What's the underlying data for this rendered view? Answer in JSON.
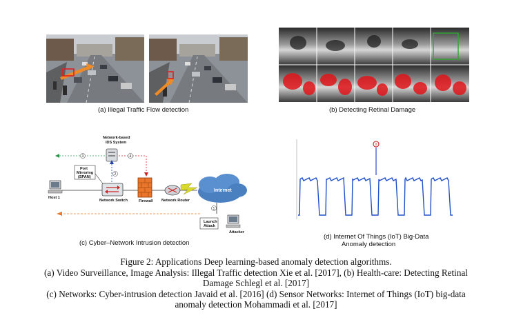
{
  "panels": {
    "a": {
      "caption": "(a) Illegal Traffic Flow detection"
    },
    "b": {
      "caption": "(b) Detecting Retinal Damage"
    },
    "c": {
      "caption": "(c) Cyber–Network Intrusion detection",
      "labels": {
        "ids": [
          "Network-based",
          "IDS System"
        ],
        "port_mirroring": [
          "Port",
          "Mirroring",
          "(SPAN)"
        ],
        "host": "Host 1",
        "switch": "Network Switch",
        "firewall": "Firewall",
        "router": "Network Router",
        "internet": "Internet",
        "launch": [
          "Launch",
          "Attack"
        ],
        "attacker": "Attacker",
        "steps": [
          "1",
          "2",
          "3",
          "4"
        ]
      }
    },
    "d": {
      "caption_lines": [
        "(d) Internet Of Things (IoT) Big-Data",
        "Anomaly detection"
      ]
    }
  },
  "figure_caption": {
    "lines": [
      "Figure 2: Applications Deep learning-based anomaly detection algorithms.",
      "(a) Video Surveillance, Image Analysis: Illegal Traffic detection Xie et al. [2017], (b) Health-care: Detecting Retinal",
      "Damage Schlegl et al. [2017]",
      "(c) Networks: Cyber-intrusion detection Javaid et al. [2016] (d) Sensor Networks: Internet of Things (IoT) big-data",
      "anomaly detection Mohammadi et al. [2017]"
    ]
  },
  "colors": {
    "arrow_orange": "#f08a24",
    "detect_red": "#e02020",
    "signal_blue": "#1f4fc8",
    "anomaly_red": "#d01818",
    "retina_red": "#e0151b"
  }
}
